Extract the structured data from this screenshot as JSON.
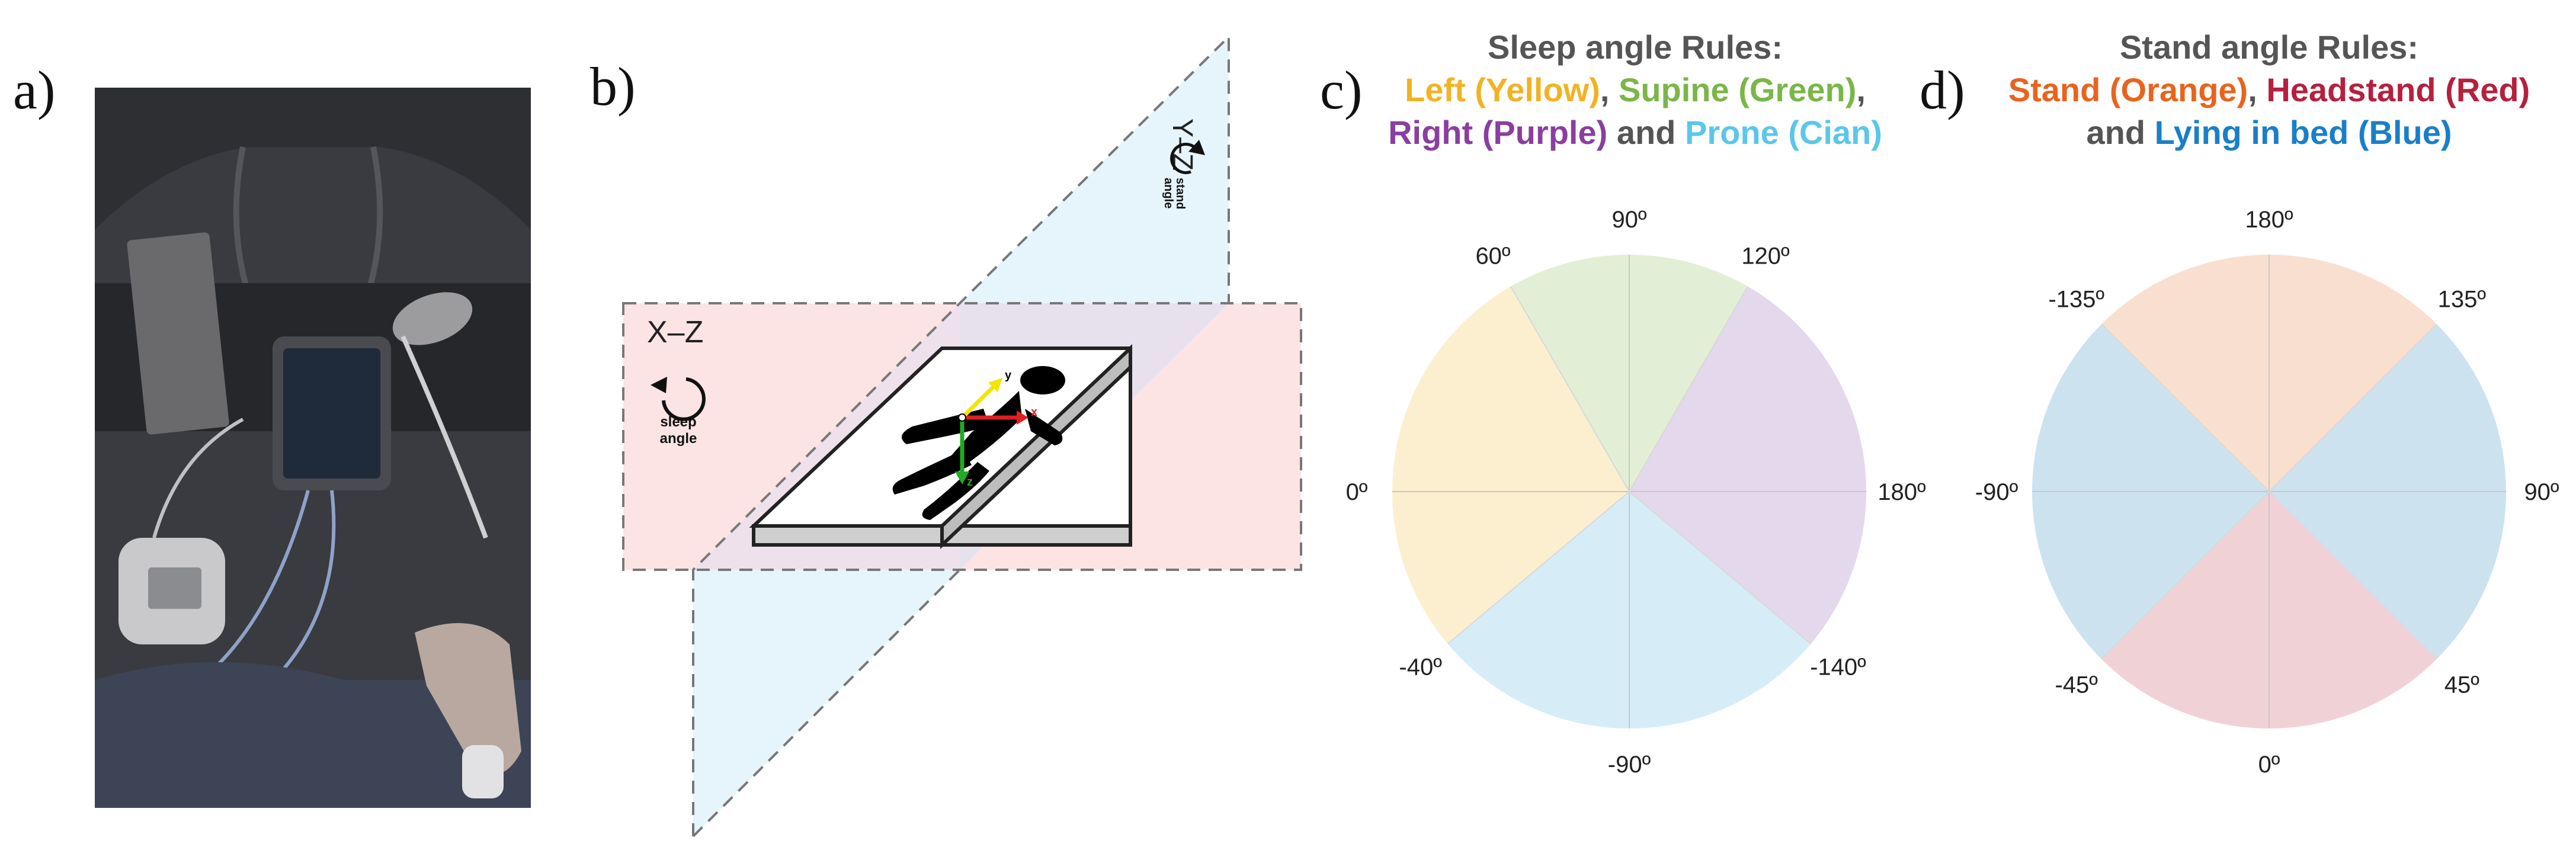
{
  "panels": {
    "a": {
      "letter": "a)"
    },
    "b": {
      "letter": "b)",
      "plane_xz_label": "X–Z",
      "plane_yz_label": "Y–Z",
      "sleep_angle_label_1": "sleep",
      "sleep_angle_label_2": "angle",
      "stand_angle_label_1": "stand",
      "stand_angle_label_2": "angle",
      "axes": {
        "x": "x",
        "y": "y",
        "z": "z"
      },
      "colors": {
        "xz_plane": "#fce4e4",
        "yz_plane": "#e6f4fb",
        "x_axis": "#e02020",
        "y_axis": "#f2e600",
        "z_axis": "#22aa22"
      }
    },
    "c": {
      "letter": "c)",
      "title_line1": "Sleep angle Rules:",
      "left": "Left (Yellow)",
      "sep1": ", ",
      "supine": "Supine (Green)",
      "sep2": ",",
      "right": "Right (Purple)",
      "and": " and ",
      "prone": "Prone (Cian)",
      "label_colors": {
        "left": "#f0b323",
        "supine": "#7ab648",
        "right": "#8a3fa0",
        "prone": "#5bc6ec"
      }
    },
    "d": {
      "letter": "d)",
      "title_line1": "Stand angle Rules:",
      "stand": "Stand (Orange)",
      "sep1": ", ",
      "headstand": "Headstand (Red)",
      "and": "and ",
      "lying": "Lying in bed (Blue)",
      "label_colors": {
        "stand": "#e8641e",
        "headstand": "#b5203f",
        "lying": "#1a7fc8"
      }
    }
  },
  "chart_data": [
    {
      "type": "pie",
      "title": "Sleep angle Rules:",
      "slices": [
        {
          "name": "Left (Yellow)",
          "from_deg": -40,
          "to_deg": 60,
          "color": "#fbefcf"
        },
        {
          "name": "Supine (Green)",
          "from_deg": 60,
          "to_deg": 120,
          "color": "#e2efd6"
        },
        {
          "name": "Right (Purple)",
          "from_deg": 120,
          "to_deg": 220,
          "color": "#e4d8ec"
        },
        {
          "name": "Prone (Cian)",
          "from_deg": 220,
          "to_deg": 320,
          "color": "#d6edf8"
        }
      ],
      "tick_labels": [
        "90º",
        "120º",
        "180º",
        "-140º",
        "-90º",
        "-40º",
        "0º",
        "60º"
      ]
    },
    {
      "type": "pie",
      "title": "Stand angle Rules:",
      "slices": [
        {
          "name": "Stand (Orange)",
          "from_deg": 135,
          "to_deg": 225,
          "color": "#f8dfd0"
        },
        {
          "name": "Lying in bed (Blue)",
          "from_deg": 45,
          "to_deg": 135,
          "color": "#cde2ef"
        },
        {
          "name": "Headstand (Red)",
          "from_deg": -45,
          "to_deg": 45,
          "color": "#f0d2d6"
        },
        {
          "name": "Lying in bed (Blue)",
          "from_deg": 225,
          "to_deg": 315,
          "color": "#cde2ef"
        }
      ],
      "tick_labels": [
        "180º",
        "135º",
        "90º",
        "45º",
        "0º",
        "-45º",
        "-90º",
        "-135º"
      ]
    }
  ]
}
